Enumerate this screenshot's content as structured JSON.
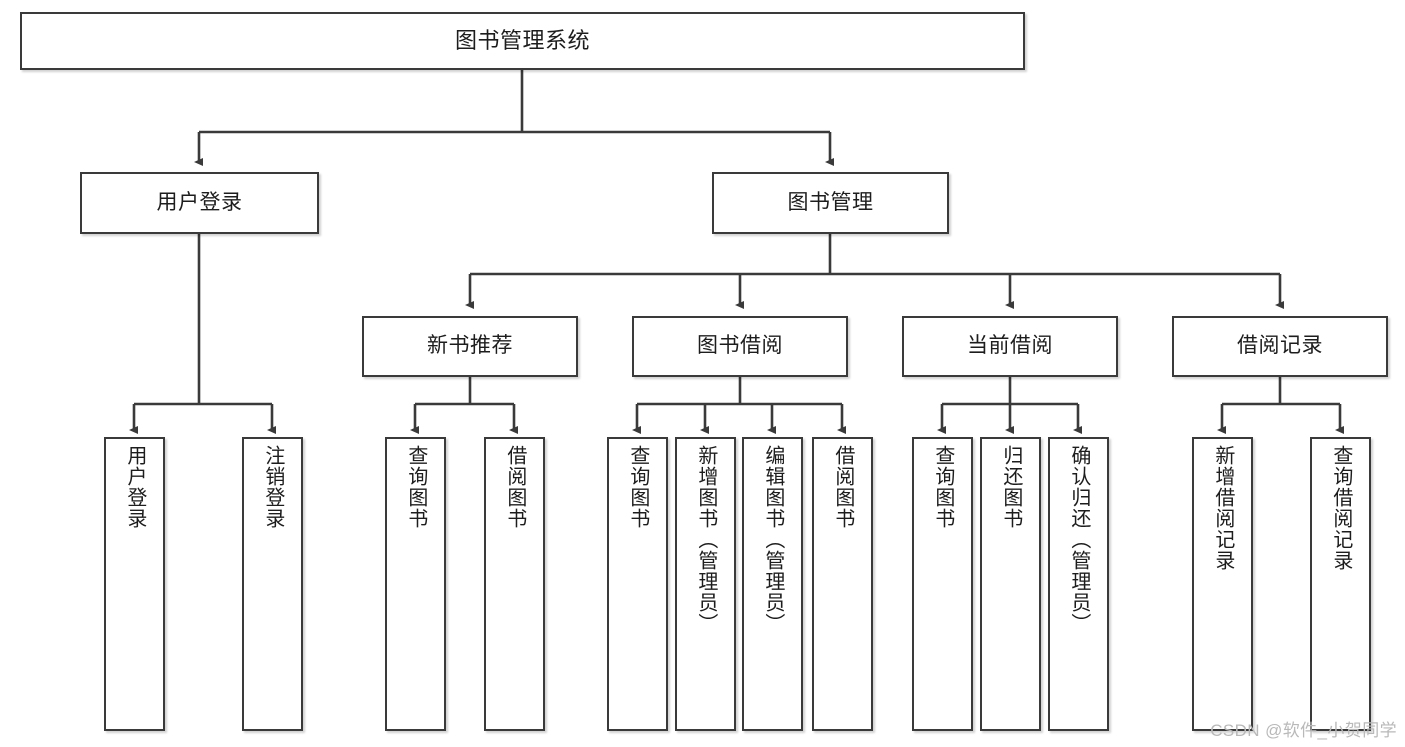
{
  "diagram": {
    "title": "图书管理系统",
    "type": "hierarchy-tree",
    "levels": 4,
    "line_color": "#3a3a3a",
    "box_fill": "#ffffff",
    "text_color": "#1d1d1d",
    "root": {
      "label": "图书管理系统"
    },
    "level2": [
      {
        "label": "用户登录"
      },
      {
        "label": "图书管理"
      }
    ],
    "level3": [
      {
        "label": "新书推荐"
      },
      {
        "label": "图书借阅"
      },
      {
        "label": "当前借阅"
      },
      {
        "label": "借阅记录"
      }
    ],
    "leaves": {
      "user_login": [
        {
          "label": "用户登录"
        },
        {
          "label": "注销登录"
        }
      ],
      "new_book_recommend": [
        {
          "label": "查询图书"
        },
        {
          "label": "借阅图书"
        }
      ],
      "book_borrow": [
        {
          "label": "查询图书"
        },
        {
          "label": "新增图书（管理员）"
        },
        {
          "label": "编辑图书（管理员）"
        },
        {
          "label": "借阅图书"
        }
      ],
      "current_borrow": [
        {
          "label": "查询图书"
        },
        {
          "label": "归还图书"
        },
        {
          "label": "确认归还（管理员）"
        }
      ],
      "borrow_records": [
        {
          "label": "新增借阅记录"
        },
        {
          "label": "查询借阅记录"
        }
      ]
    }
  },
  "watermark": {
    "text": "CSDN @软件_小贺同学"
  }
}
